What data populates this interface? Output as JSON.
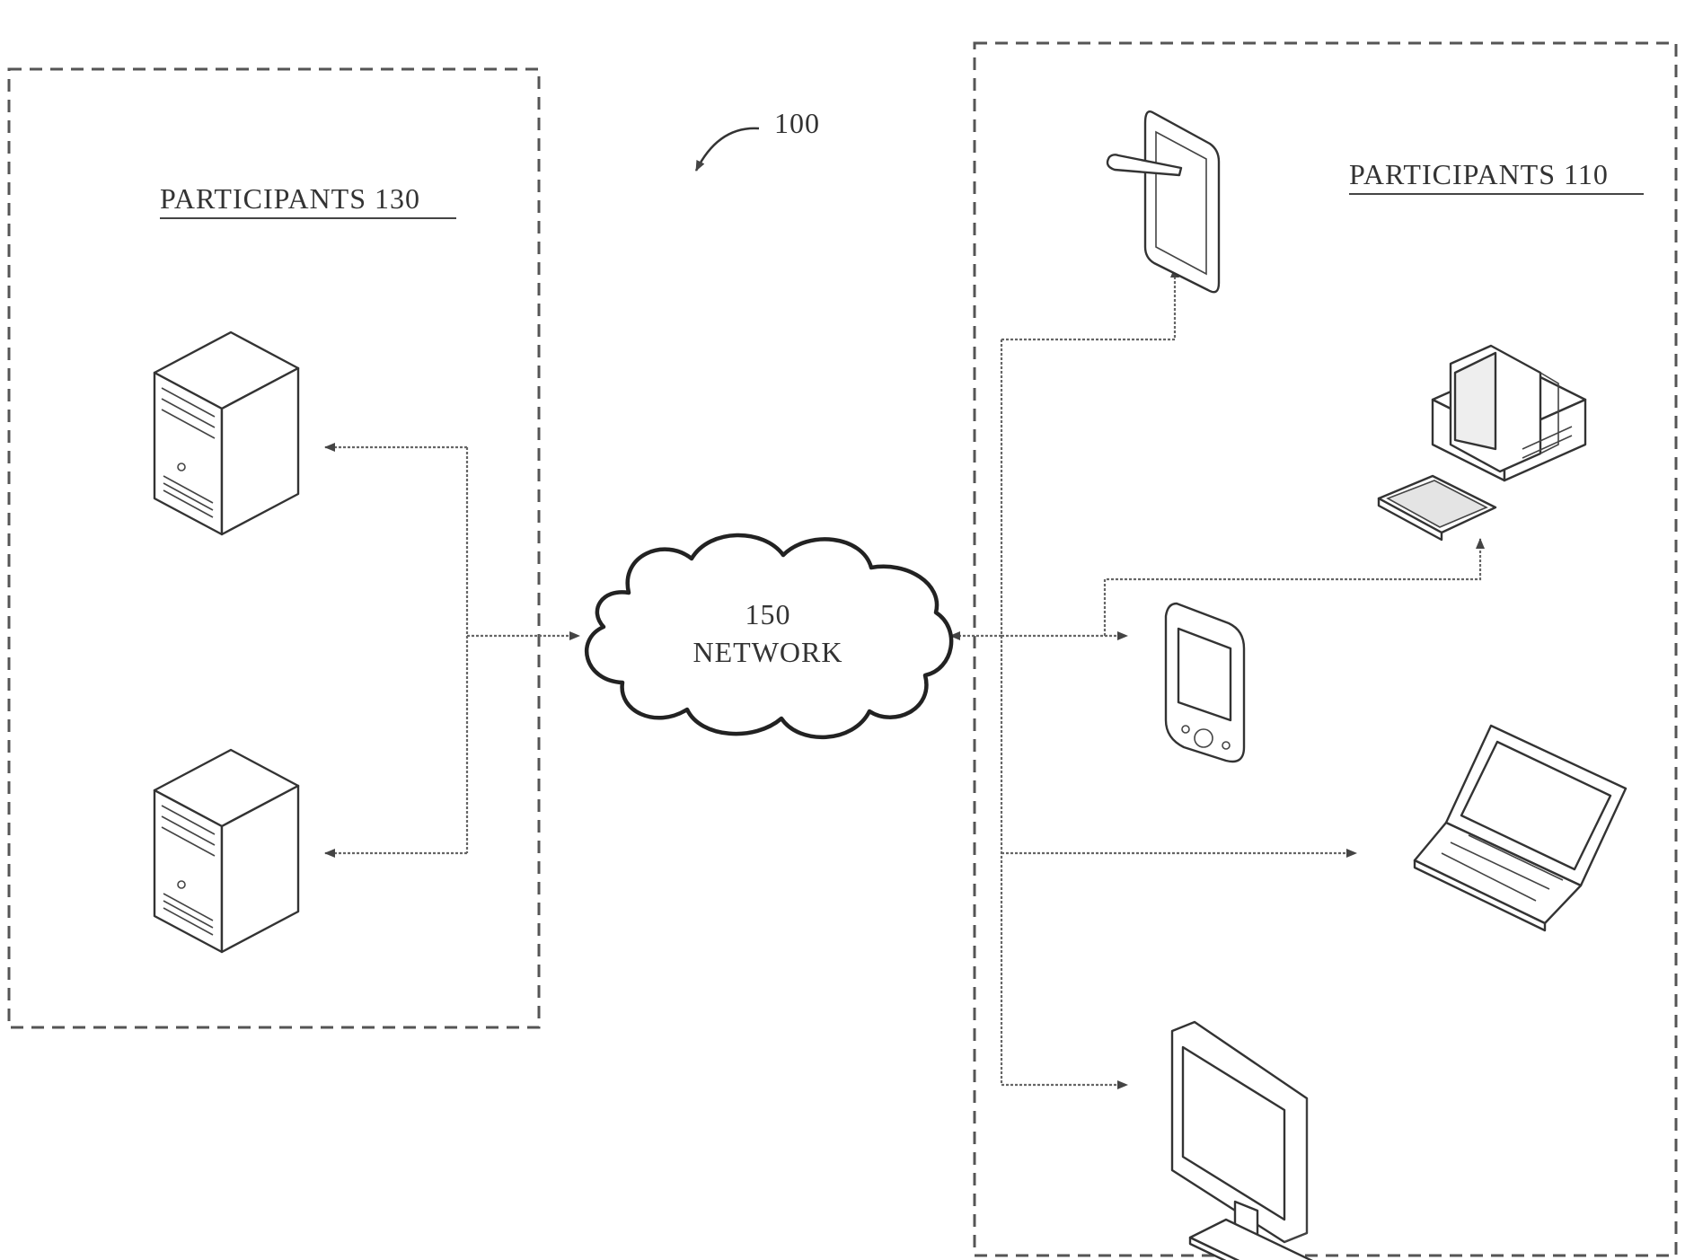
{
  "figure": {
    "reference_number": "100"
  },
  "groups": {
    "left": {
      "label": "PARTICIPANTS 130"
    },
    "right": {
      "label": "PARTICIPANTS 110"
    }
  },
  "network": {
    "number": "150",
    "label": "NETWORK"
  },
  "devices": {
    "left": [
      "server-icon",
      "server-icon"
    ],
    "right": [
      "tablet-with-stylus-icon",
      "desktop-computer-icon",
      "pda-icon",
      "laptop-icon",
      "monitor-icon"
    ]
  }
}
